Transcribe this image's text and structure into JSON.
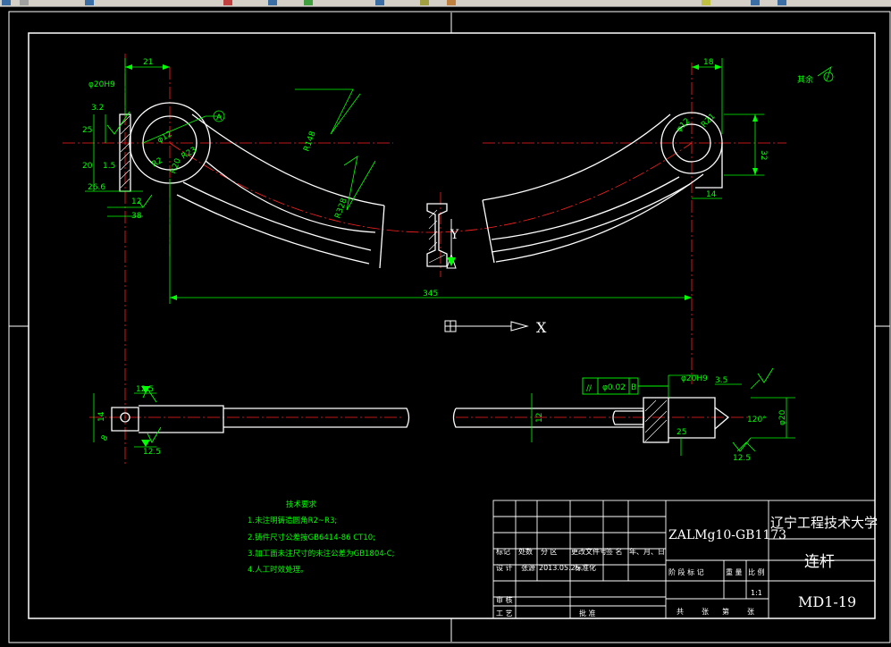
{
  "drawing": {
    "dimensions": {
      "d21": "21",
      "d18": "18",
      "d32a": "3.2",
      "d25a": "25",
      "d20": "20",
      "d15": "1.5",
      "d266": "26.6",
      "d12": "12",
      "d38": "38",
      "dR148": "R148",
      "dR328": "R328",
      "dR2": "R2",
      "dR23": "R23",
      "dR20": "R20",
      "dR21": "R21",
      "dphi12": "φ12",
      "d32b": "32",
      "d14": "14",
      "d345": "345",
      "d125a": "12.5",
      "d125b": "12.5",
      "d14b": "14",
      "d8": "8",
      "d12b": "12",
      "d35": "3.5",
      "d120": "120°",
      "d125c": "12.5",
      "d25b": "25",
      "dphi20": "φ20",
      "dphi20H": "φ20H9",
      "tol_par": "//",
      "tol_val": "φ0.02",
      "tol_ref": "B",
      "datum_a": "A",
      "mark_a": "A"
    },
    "axis_x": "X",
    "axis_y": "Y",
    "roughness_note": "其余",
    "tech_req": {
      "title": "技术要求",
      "items": [
        "1.未注明铸造圆角R2~R3;",
        "2.铸件尺寸公差按GB6414-86   CT10;",
        "3.加工面未注尺寸的未注公差为GB1804-C;",
        "4.人工时效处理。"
      ]
    },
    "title_block": {
      "material": "ZALMg10-GB1173",
      "school": "辽宁工程技术大学",
      "part_name": "连杆",
      "code": "MD1-19",
      "scale": "1:1",
      "headers": [
        "标记",
        "处数",
        "分 区",
        "更改文件号",
        "签 名",
        "年、月、日"
      ],
      "designer_label": "设 计",
      "designer": "张源",
      "date": "2013.05.25",
      "std_label": "标准化",
      "stage_labels": [
        "阶 段 标 记",
        "重 量",
        "比 例"
      ],
      "review_label": "审 核",
      "process_label": "工 艺",
      "approve_label": "批 准",
      "sheet_labels": [
        "共",
        "张",
        "第",
        "张"
      ]
    }
  }
}
